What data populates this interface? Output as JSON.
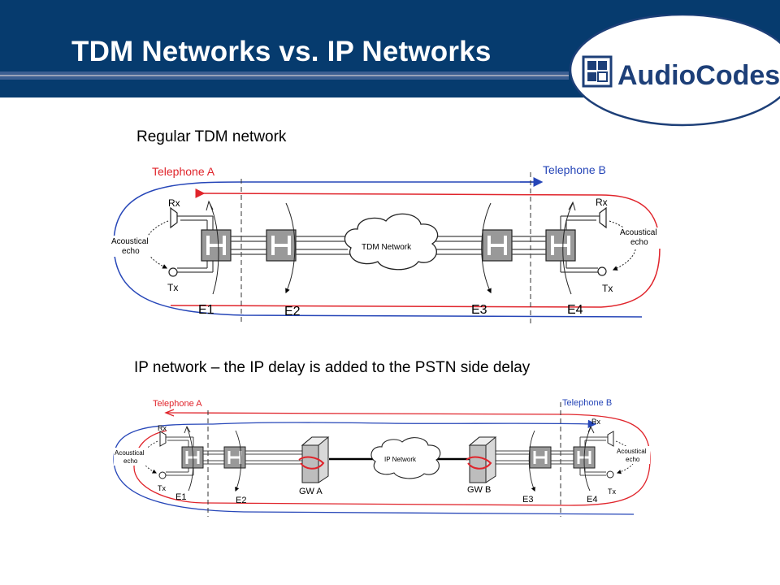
{
  "header": {
    "title": "TDM Networks vs. IP Networks",
    "colors": {
      "bar": "#063b6e",
      "accent_line": "#9aa3b8"
    }
  },
  "logo": {
    "text": "AudioCodes",
    "icon": "audiocodes-logo-icon"
  },
  "tdm_diagram": {
    "caption": "Regular TDM network",
    "telephone_a": "Telephone A",
    "telephone_b": "Telephone B",
    "rx_left": "Rx",
    "tx_left": "Tx",
    "rx_right": "Rx",
    "tx_right": "Tx",
    "echo_left_1": "Acoustical",
    "echo_left_2": "echo",
    "echo_right_1": "Acoustical",
    "echo_right_2": "echo",
    "cloud": "TDM Network",
    "e1": "E1",
    "e2": "E2",
    "e3": "E3",
    "e4": "E4",
    "colors": {
      "telephone_a": "#e0242b",
      "telephone_b": "#2646b8"
    }
  },
  "ip_diagram": {
    "caption": "IP network – the IP delay is added to the PSTN side  delay",
    "telephone_a": "Telephone A",
    "telephone_b": "Telephone B",
    "rx_left": "Rx",
    "tx_left": "Tx",
    "rx_right": "Rx",
    "tx_right": "Tx",
    "echo_left_1": "Acoustical",
    "echo_left_2": "echo",
    "echo_right_1": "Acoustical",
    "echo_right_2": "echo",
    "cloud": "IP Network",
    "gw_a": "GW A",
    "gw_b": "GW B",
    "e1": "E1",
    "e2": "E2",
    "e3": "E3",
    "e4": "E4"
  }
}
